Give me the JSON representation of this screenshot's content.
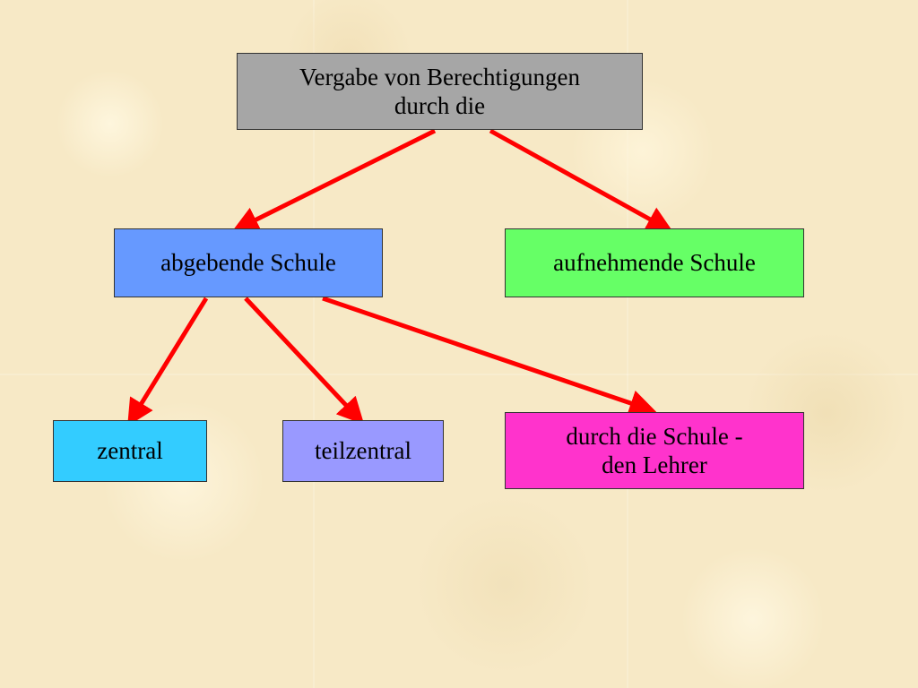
{
  "colors": {
    "root": "#a6a6a6",
    "giving_school": "#6699ff",
    "receiving_school": "#66ff66",
    "central": "#33ccff",
    "partial_central": "#9999ff",
    "teacher": "#ff33cc",
    "arrow": "#ff0000"
  },
  "root": {
    "line1": "Vergabe von Berechtigungen",
    "line2": "durch die"
  },
  "giving_school": {
    "label": "abgebende Schule"
  },
  "receiving_school": {
    "label": "aufnehmende Schule"
  },
  "central": {
    "label": "zentral"
  },
  "partial_central": {
    "label": "teilzentral"
  },
  "teacher": {
    "line1": "durch die Schule -",
    "line2": "den Lehrer"
  },
  "edges": [
    {
      "from": "root",
      "to": "giving_school"
    },
    {
      "from": "root",
      "to": "receiving_school"
    },
    {
      "from": "giving_school",
      "to": "central"
    },
    {
      "from": "giving_school",
      "to": "partial_central"
    },
    {
      "from": "giving_school",
      "to": "teacher"
    }
  ]
}
